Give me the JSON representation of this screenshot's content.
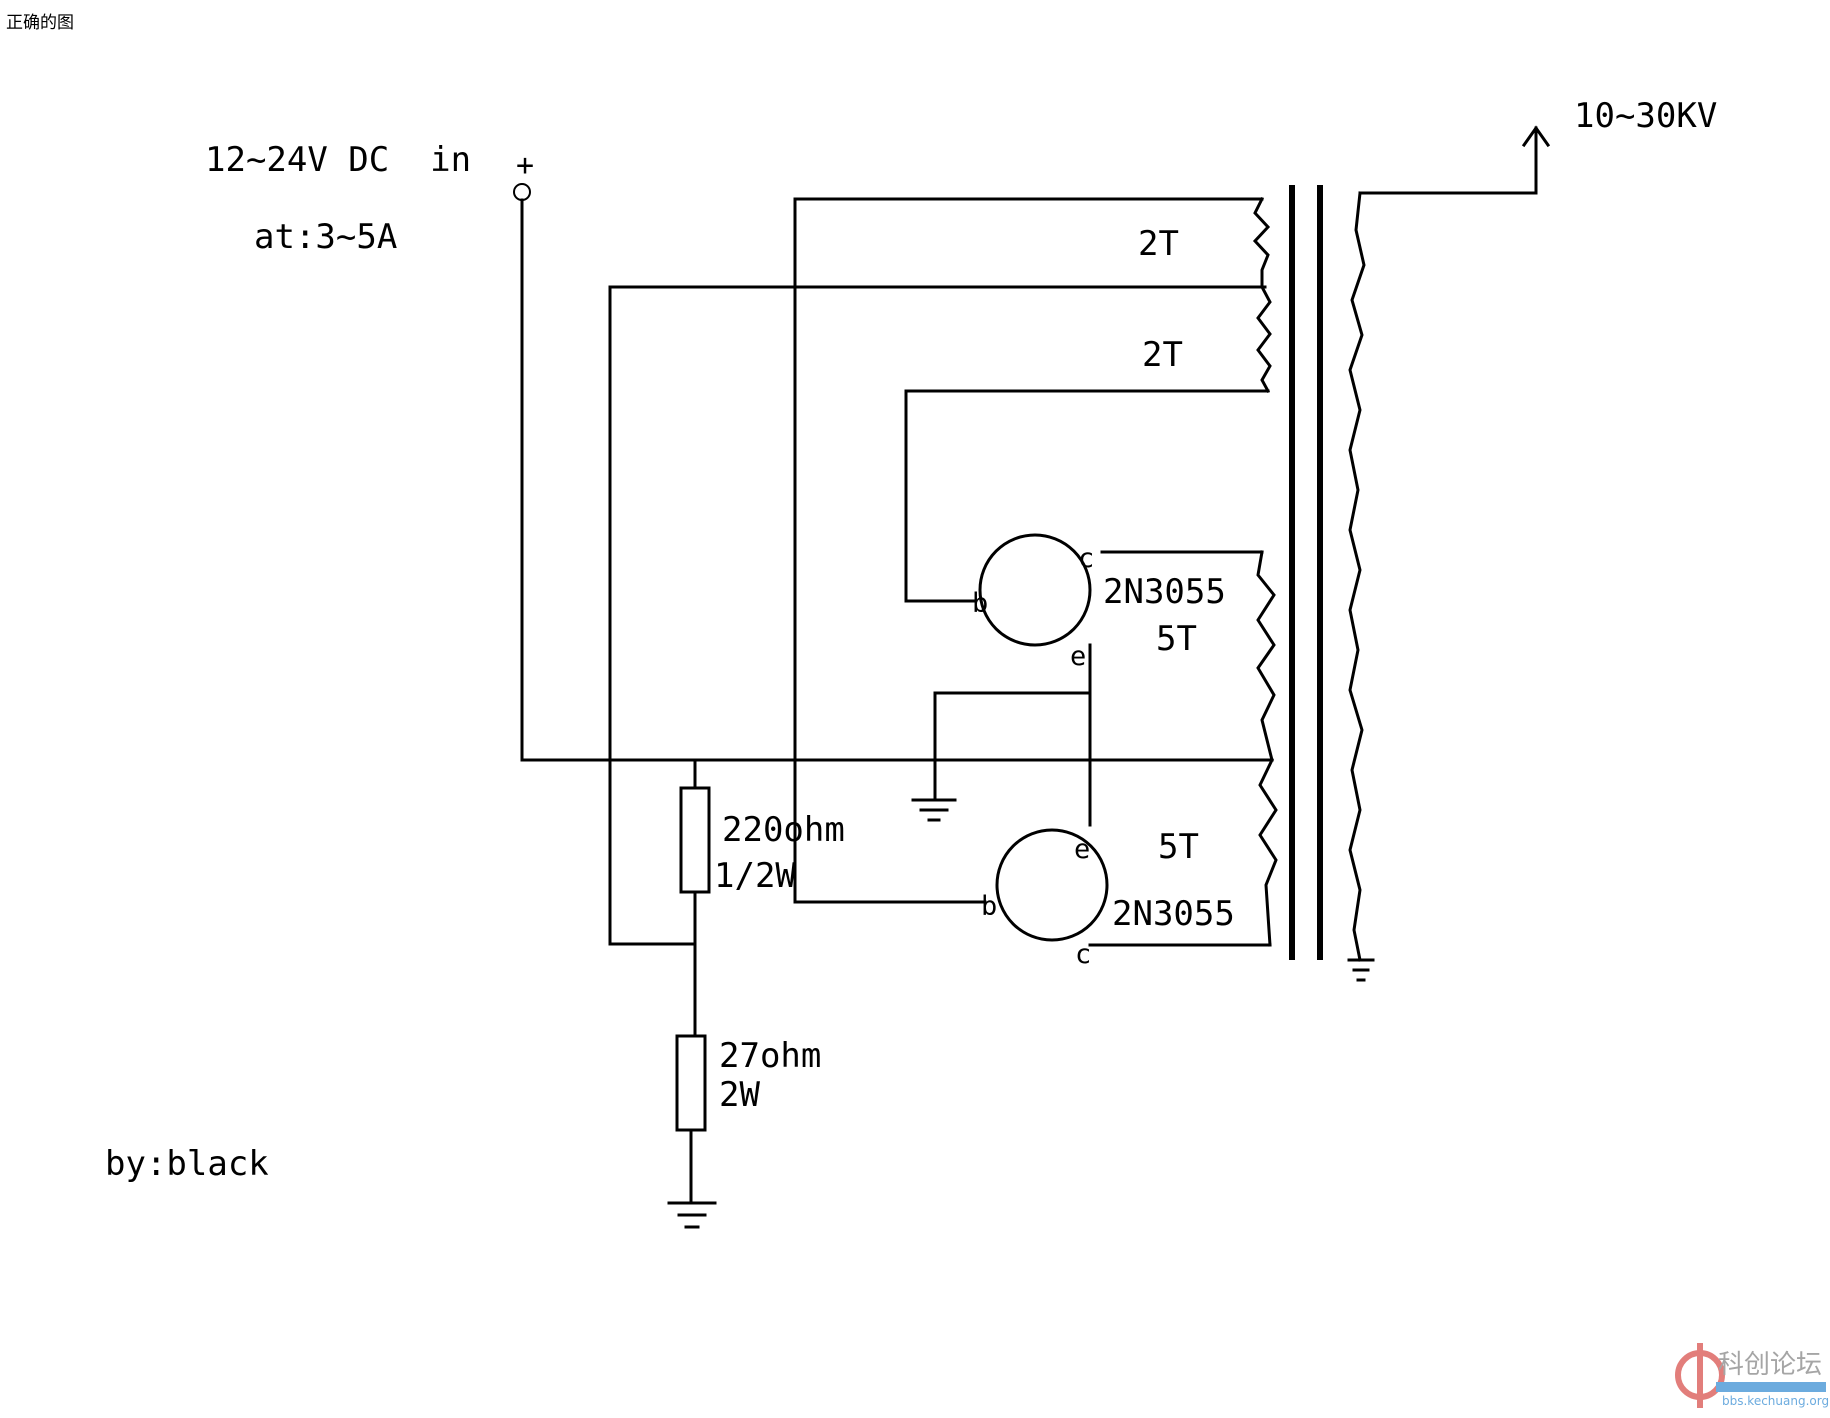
{
  "caption": "正确的图",
  "input": {
    "voltage": "12~24V DC  in",
    "current": "at:3~5A",
    "plus": "+"
  },
  "output": {
    "voltage": "10~30KV"
  },
  "author": "by:black",
  "windings": {
    "feedback_top": "2T",
    "feedback_bottom": "2T",
    "primary_top": "5T",
    "primary_bottom": "5T"
  },
  "transistors": {
    "q1": {
      "model": "2N3055",
      "b": "b",
      "c": "c",
      "e": "e"
    },
    "q2": {
      "model": "2N3055",
      "b": "b",
      "c": "c",
      "e": "e"
    }
  },
  "resistors": {
    "r1": {
      "value": "220ohm",
      "power": "1/2W"
    },
    "r2": {
      "value": "27ohm",
      "power": "2W"
    }
  },
  "watermark": {
    "brand": "科创论坛",
    "url": "bbs.kechuang.org"
  },
  "colors": {
    "wire": "#000000",
    "watermark_red": "#d9534f",
    "watermark_blue": "#3b8fd4"
  }
}
